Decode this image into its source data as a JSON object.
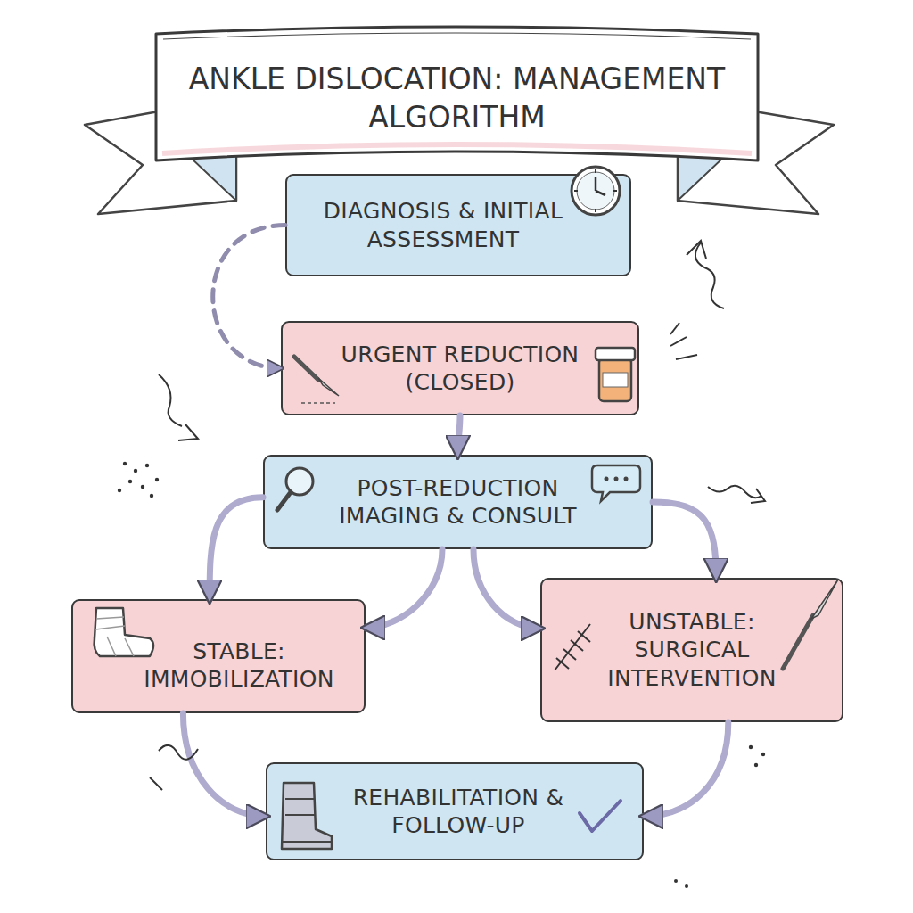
{
  "diagram": {
    "title": "ANKLE DISLOCATION: MANAGEMENT ALGORITHM",
    "nodes": [
      {
        "text": [
          "DIAGNOSIS & INITIAL ASSESSMENT"
        ]
      },
      {
        "text": [
          "URGENT REDUCTION (CLOSED)"
        ]
      },
      {
        "text": [
          "POST-REDUCTION IMAGING & CONSULT"
        ]
      },
      {
        "text": [
          "STABLE: IMMOBILIZATION"
        ]
      },
      {
        "text": [
          "UNSTABLE: SURGICAL INTERVENTION"
        ]
      },
      {
        "text": [
          "REHABILITATION & FOLLOW-UP"
        ]
      }
    ],
    "edges": [
      {
        "from": 0,
        "to": 1,
        "arrow": "to"
      },
      {
        "from": 1,
        "to": 2,
        "arrow": "to"
      },
      {
        "from": 2,
        "to": 3,
        "arrow": "to"
      },
      {
        "from": 2,
        "to": 3,
        "arrow": "to"
      },
      {
        "from": 2,
        "to": 4,
        "arrow": "to"
      },
      {
        "from": 2,
        "to": 4,
        "arrow": "to"
      },
      {
        "from": 3,
        "to": 5,
        "arrow": "to"
      },
      {
        "from": 4,
        "to": 5,
        "arrow": "to"
      }
    ]
  }
}
